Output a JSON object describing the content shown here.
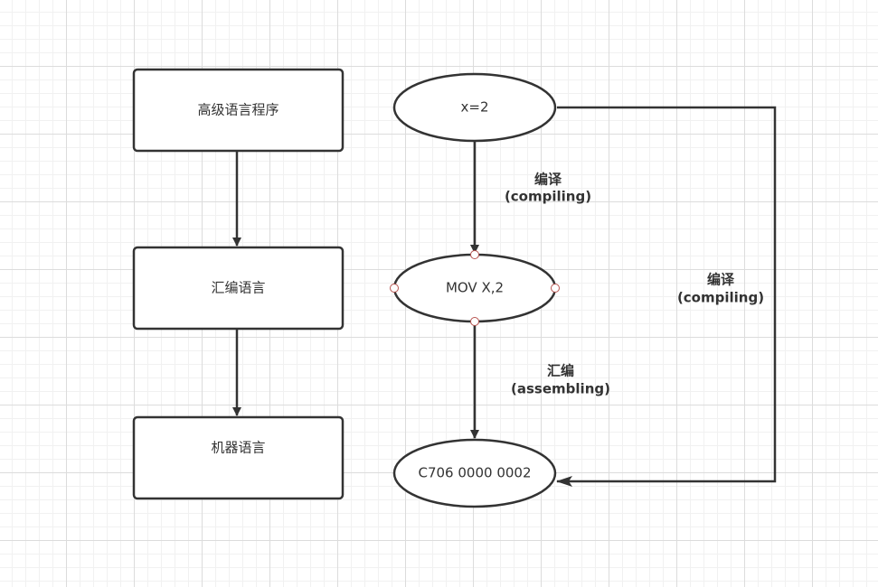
{
  "diagram": {
    "nodes": {
      "high_level": "高级语言程序",
      "assembly": "汇编语言",
      "machine": "机器语言",
      "source_code": "x=2",
      "asm_code": "MOV X,2",
      "machine_code": "C706 0000 0002"
    },
    "edges": {
      "compile_top": {
        "line1": "编译",
        "line2": "(compiling)"
      },
      "assemble": {
        "line1": "汇编",
        "line2": "(assembling)"
      },
      "compile_right": {
        "line1": "编译",
        "line2": "(compiling)"
      }
    }
  },
  "colors": {
    "stroke": "#333333",
    "node_fill": "#ffffff",
    "connector_point": "#b85450"
  }
}
